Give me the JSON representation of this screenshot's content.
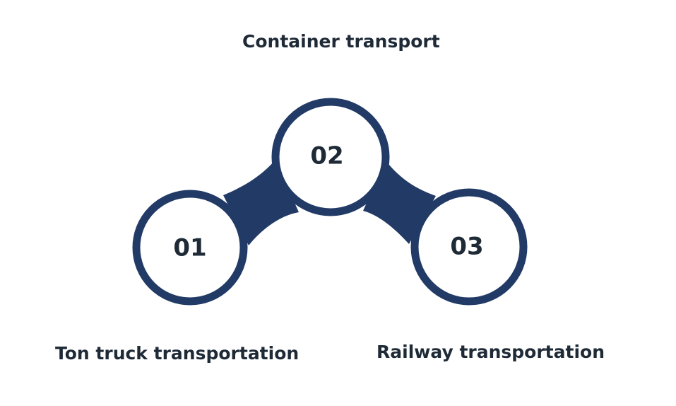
{
  "steps": [
    {
      "number": "01",
      "label": "Ton truck transportation"
    },
    {
      "number": "02",
      "label": "Container transport"
    },
    {
      "number": "03",
      "label": "Railway transportation"
    }
  ],
  "colors": {
    "ring": "#213a66",
    "text": "#1f2a37",
    "background": "#ffffff"
  }
}
